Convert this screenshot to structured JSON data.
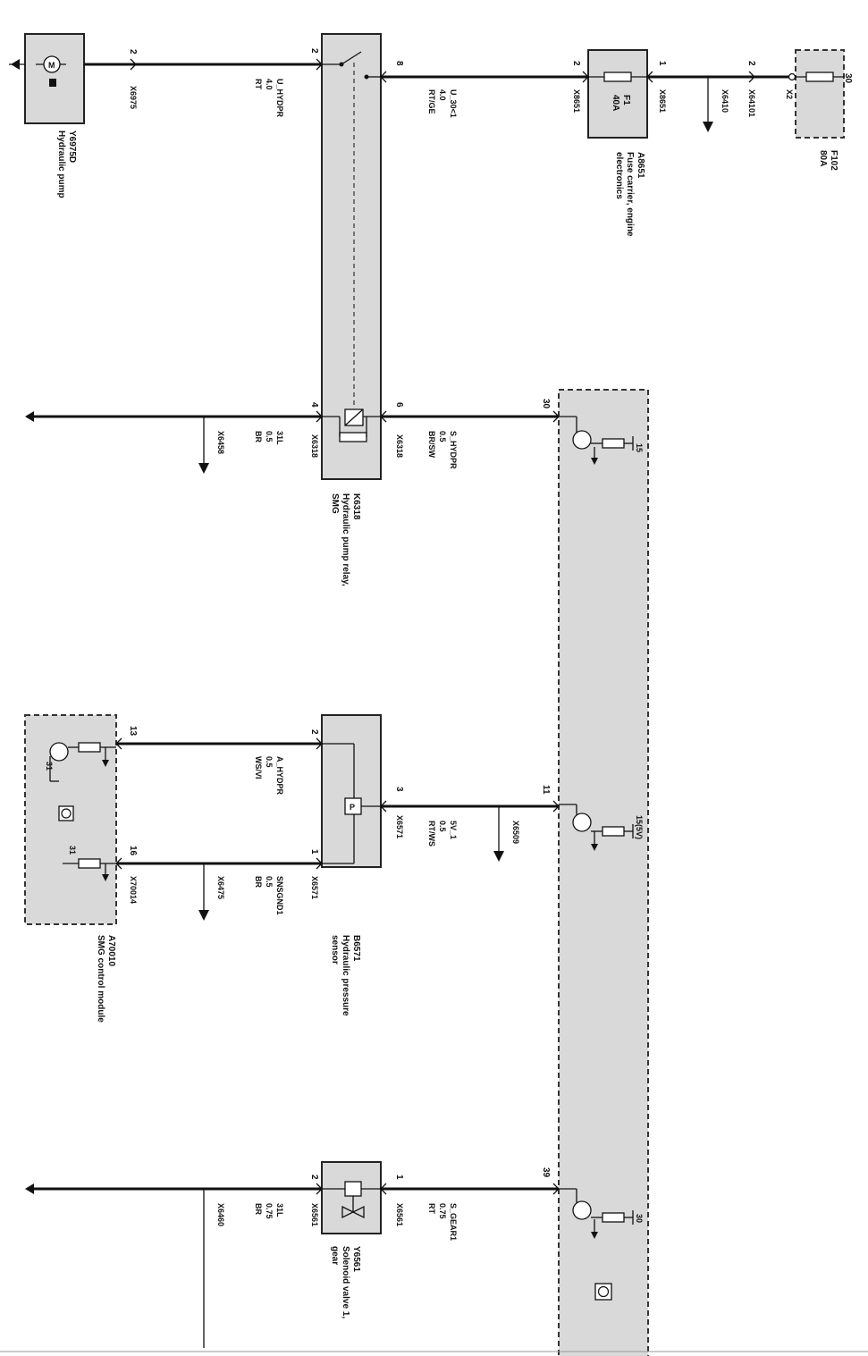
{
  "components": {
    "pump": {
      "id": "Y6975D",
      "desc": "Hydraulic pump",
      "pin": "2",
      "conn": "X6975"
    },
    "relay": {
      "id": "K6318",
      "desc1": "Hydraulic pump relay,",
      "desc2": "SMG"
    },
    "fuse_carrier": {
      "id": "A8651",
      "desc1": "Fuse carrier, engine",
      "desc2": "electronics",
      "fuse_name": "F1",
      "fuse_rating": "40A"
    },
    "fuse_f102": {
      "id": "F102",
      "rating": "80A",
      "pin_top": "30"
    },
    "sensor": {
      "id": "B6571",
      "desc1": "Hydraulic pressure",
      "desc2": "sensor",
      "pin_p": "P"
    },
    "module": {
      "id": "A70010",
      "desc": "SMG control module"
    },
    "valve": {
      "id": "Y6561",
      "desc1": "Solenoid valve 1,",
      "desc2": "gear"
    }
  },
  "pins": {
    "pump_end": "2",
    "relay_top_left": "2",
    "relay_top_right": "8",
    "relay_bot_left": "4",
    "relay_bot_right": "6",
    "fuse_left": "2",
    "fuse_right": "1",
    "x64101_pin": "2",
    "sensor_left_top": "2",
    "sensor_left_bot": "1",
    "sensor_right": "3",
    "module_top": "13",
    "module_bot": "16",
    "valve_left": "2",
    "valve_right": "1",
    "dme_30": "30",
    "dme_11": "11",
    "dme_39": "39",
    "dme_15": "15",
    "dme_15b": "15(5V)",
    "dme_30b": "30",
    "module_31a": "31",
    "module_31b": "31"
  },
  "connectors": {
    "x6975": "X6975",
    "x8651a": "X8651",
    "x8651b": "X8651",
    "x64101": "X64101",
    "x2": "X2",
    "x6410": "X6410",
    "x6318a": "X6318",
    "x6318b": "X6318",
    "x6458": "X6458",
    "x6571a": "X6571",
    "x6571b": "X6571",
    "x6509": "X6509",
    "x6475": "X6475",
    "x70014": "X70014",
    "x6561a": "X6561",
    "x6561b": "X6561",
    "x6460": "X6460"
  },
  "wires": {
    "w1": {
      "sig": "U_HYDPR",
      "gauge": "4.0",
      "color": "RT"
    },
    "w2": {
      "sig": "U_30<1",
      "gauge": "4.0",
      "color": "RT/GE"
    },
    "w3": {
      "sig": "31L",
      "gauge": "0.5",
      "color": "BR"
    },
    "w4": {
      "sig": "S_HYDPR",
      "gauge": "0.5",
      "color": "BR/SW"
    },
    "w5": {
      "sig": "A_HYDPR",
      "gauge": "0.5",
      "color": "WS/VI"
    },
    "w6": {
      "sig": "SNSGND1",
      "gauge": "0.5",
      "color": "BR"
    },
    "w7": {
      "sig": "5V_1",
      "gauge": "0.5",
      "color": "RT/WS"
    },
    "w8": {
      "sig": "31L",
      "gauge": "0.75",
      "color": "BR"
    },
    "w9": {
      "sig": "S_GEAR1",
      "gauge": "0.75",
      "color": "RT"
    }
  }
}
